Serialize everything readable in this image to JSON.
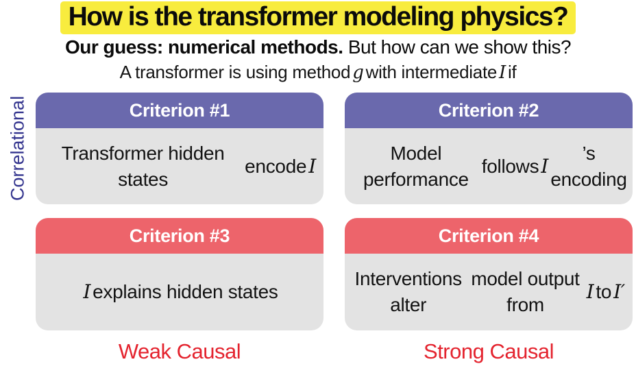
{
  "title": {
    "text": "How is the transformer modeling physics?"
  },
  "subtitle": {
    "segments": [
      [
        {
          "text": "Our guess: numerical methods.",
          "bold": true
        },
        {
          "text": " But how can we show this?"
        }
      ]
    ]
  },
  "intro": {
    "segments": [
      [
        {
          "text": "A transformer is using method"
        },
        {
          "math": "g"
        },
        {
          "text": "with intermediate"
        },
        {
          "math": "I"
        },
        {
          "text": "if"
        }
      ]
    ]
  },
  "side_label": {
    "text": "Correlational"
  },
  "cards": [
    {
      "id": "criterion-1",
      "header": "Criterion #1",
      "header_color": "#6a69ad",
      "body": [
        [
          {
            "text": "Transformer hidden states"
          }
        ],
        [
          {
            "text": "encode"
          },
          {
            "math": "I"
          }
        ]
      ]
    },
    {
      "id": "criterion-2",
      "header": "Criterion #2",
      "header_color": "#6a69ad",
      "body": [
        [
          {
            "text": "Model performance"
          }
        ],
        [
          {
            "text": "follows"
          },
          {
            "math": "I"
          },
          {
            "text": "’s encoding"
          }
        ]
      ]
    },
    {
      "id": "criterion-3",
      "header": "Criterion #3",
      "header_color": "#ed646b",
      "body": [
        [
          {
            "math": "I"
          },
          {
            "text": " explains hidden states"
          }
        ]
      ]
    },
    {
      "id": "criterion-4",
      "header": "Criterion #4",
      "header_color": "#ed646b",
      "body": [
        [
          {
            "text": "Interventions alter"
          }
        ],
        [
          {
            "text": "model output from"
          },
          {
            "math": "I"
          },
          {
            "text": "to"
          },
          {
            "math": "I′"
          }
        ]
      ]
    }
  ],
  "footer": {
    "weak_label": "Weak Causal",
    "strong_label": "Strong Causal"
  },
  "colors": {
    "title_highlight": "#f8ec3e",
    "correlational_header": "#6a69ad",
    "causal_header": "#ed646b",
    "card_body": "#e3e3e3",
    "side_label_text": "#33348e",
    "causal_label_text": "#e4232e"
  }
}
